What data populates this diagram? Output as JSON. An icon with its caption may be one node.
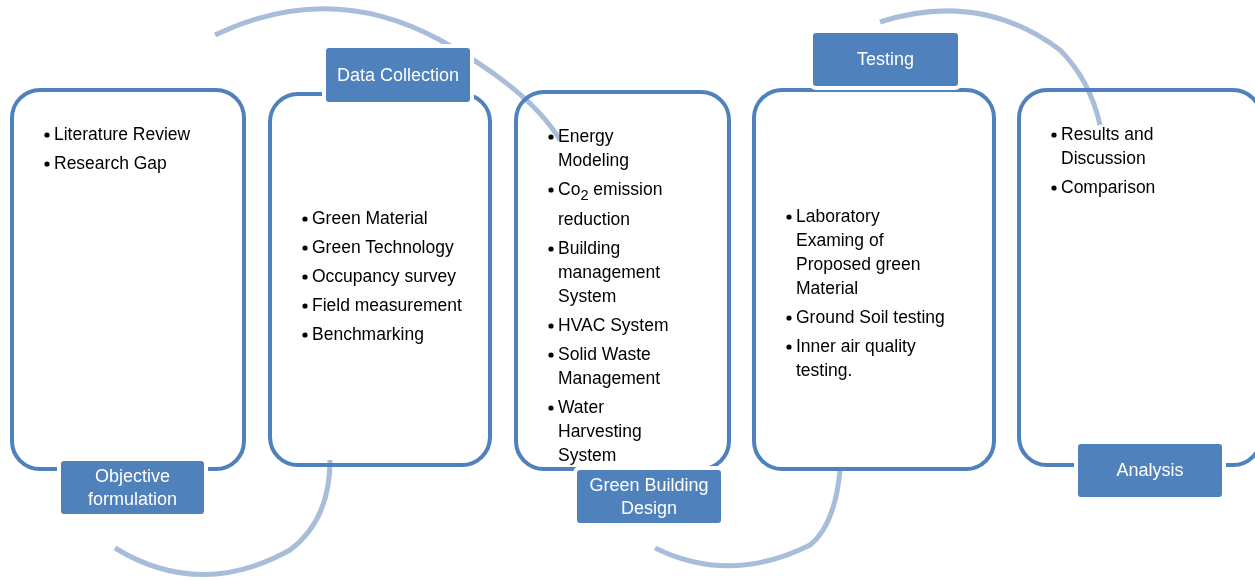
{
  "diagram": {
    "nodes": [
      {
        "text": [
          "Literature Review",
          "Research Gap",
          "Objective formulation"
        ]
      },
      {
        "text": [
          "Data Collection",
          "Green Material",
          "Green Technology",
          "Occupancy survey",
          "Field measurement",
          "Benchmarking"
        ]
      },
      {
        "text": [
          "Energy Modeling",
          "Co$_{2}$ emission reduction",
          "Building management System",
          "HVAC System",
          "Solid Waste Management",
          "Water Harvesting System",
          "Green Building Design"
        ]
      },
      {
        "text": [
          "Testing",
          "Laboratory Examing of Proposed green Material",
          "Ground Soil testing",
          "Inner air quality testing."
        ]
      },
      {
        "text": [
          "Results and Discussion",
          "Comparison",
          "Analysis"
        ]
      }
    ],
    "edges": []
  }
}
